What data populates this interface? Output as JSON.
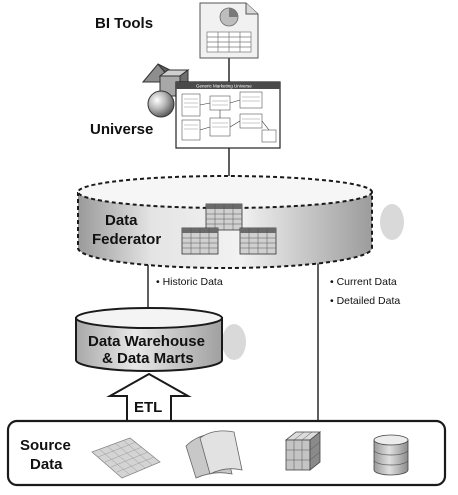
{
  "bi_tools": {
    "label": "BI Tools"
  },
  "universe": {
    "label": "Universe",
    "window_title": "Generic Marketing Universe"
  },
  "data_federator": {
    "label_line1": "Data",
    "label_line2": "Federator"
  },
  "annotations": {
    "historic": "• Historic Data",
    "current": "• Current Data",
    "detailed": "• Detailed Data"
  },
  "data_warehouse": {
    "label_line1": "Data Warehouse",
    "label_line2": "& Data Marts"
  },
  "etl": {
    "label": "ETL"
  },
  "source_data": {
    "label_line1": "Source",
    "label_line2": "Data"
  },
  "colors": {
    "gray_light": "#e9e9e9",
    "gray_mid": "#bdbdbd",
    "gray_dark": "#8a8a8a",
    "line": "#1a1a1a"
  }
}
